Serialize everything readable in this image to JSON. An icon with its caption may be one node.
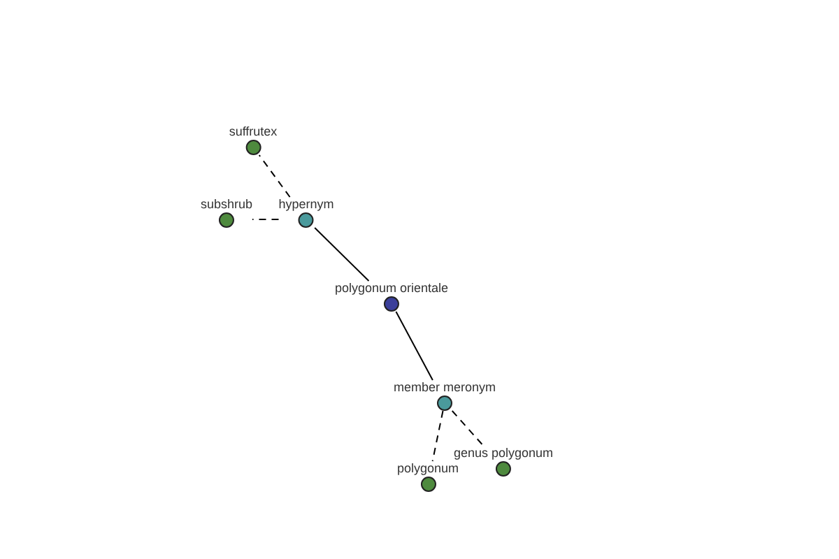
{
  "diagram": {
    "nodes": [
      {
        "text": [
          "suffrutex"
        ]
      },
      {
        "text": [
          "subshrub"
        ]
      },
      {
        "text": [
          "hypernym"
        ]
      },
      {
        "text": [
          "polygonum orientale"
        ]
      },
      {
        "text": [
          "member meronym"
        ]
      },
      {
        "text": [
          "genus polygonum"
        ]
      },
      {
        "text": [
          "polygonum"
        ]
      }
    ],
    "edges": [
      {
        "from": 2,
        "to": 0,
        "arrow": "none",
        "style": "dashed"
      },
      {
        "from": 2,
        "to": 1,
        "arrow": "none",
        "style": "dashed"
      },
      {
        "from": 3,
        "to": 2,
        "arrow": "none"
      },
      {
        "from": 3,
        "to": 4,
        "arrow": "none"
      },
      {
        "from": 4,
        "to": 6,
        "arrow": "none",
        "style": "dashed"
      },
      {
        "from": 4,
        "to": 5,
        "arrow": "none",
        "style": "dashed"
      }
    ]
  }
}
